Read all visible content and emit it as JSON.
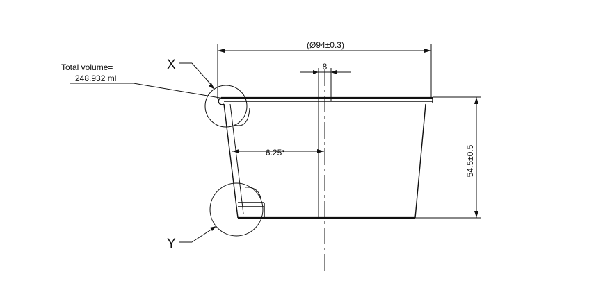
{
  "drawing": {
    "diameter_dim": "(Ø94±0.3)",
    "top_dim": "8",
    "height_dim": "54.5±0.5",
    "angle_dim": "6.25°",
    "volume_label": "Total volume=",
    "volume_value": "248.932 ml",
    "detail_x": "X",
    "detail_y": "Y"
  }
}
